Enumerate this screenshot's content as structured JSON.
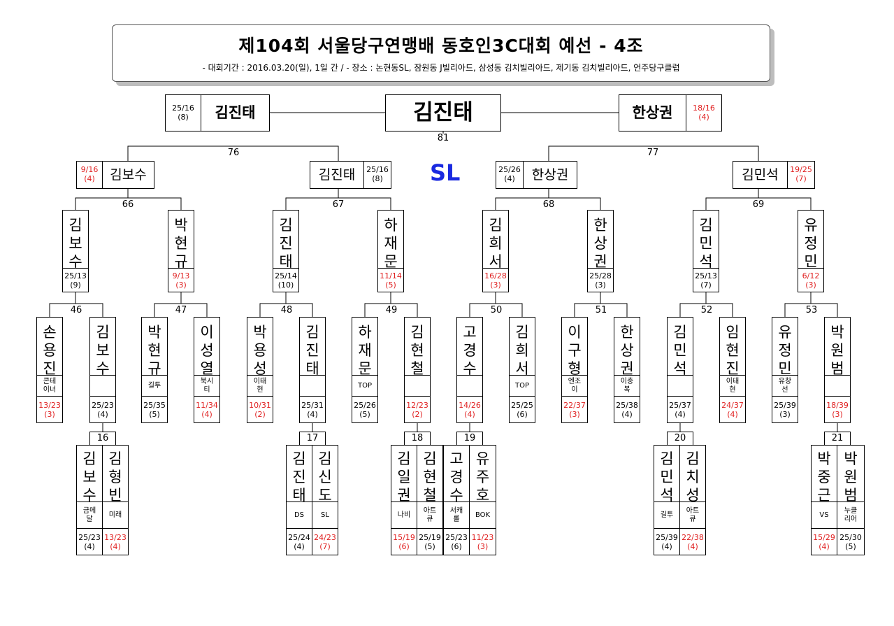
{
  "header": {
    "title": "제104회 서울당구연맹배 동호인3C대회 예선 - 4조",
    "subtitle": "- 대회기간 : 2016.03.20(일), 1일 간 / - 장소 : 논현동SL, 잠원동 J빌리아드, 삼성동 김치빌리아드, 제기동 김치빌리아드, 언주당구클럽"
  },
  "final": {
    "winner": "김진태",
    "match_no": "81",
    "left": {
      "name": "김진태",
      "score": "25/16\n(8)"
    },
    "right": {
      "name": "한상권",
      "score": "18/16\n(4)"
    }
  },
  "venue_label": "SL",
  "semis": [
    {
      "match_no": "76",
      "a": {
        "name": "김보수",
        "score": "9/16\n(4)"
      },
      "b": {
        "name": "김진태",
        "score": "25/16\n(8)"
      }
    },
    {
      "match_no": "77",
      "a": {
        "name": "한상권",
        "score": "25/26\n(4)"
      },
      "b": {
        "name": "김민석",
        "score": "19/25\n(7)"
      }
    }
  ],
  "round3": [
    {
      "match_no": "66",
      "a": {
        "name": "김\n보\n수",
        "score": "25/13\n(9)"
      },
      "b": {
        "name": "박\n현\n규",
        "score": "9/13\n(3)"
      }
    },
    {
      "match_no": "67",
      "a": {
        "name": "김\n진\n태",
        "score": "25/14\n(10)"
      },
      "b": {
        "name": "하\n재\n문",
        "score": "11/14\n(5)"
      }
    },
    {
      "match_no": "68",
      "a": {
        "name": "김\n희\n서",
        "score": "16/28\n(3)"
      },
      "b": {
        "name": "한\n상\n권",
        "score": "25/28\n(3)"
      }
    },
    {
      "match_no": "69",
      "a": {
        "name": "김\n민\n석",
        "score": "25/13\n(7)"
      },
      "b": {
        "name": "유\n정\n민",
        "score": "6/12\n(3)"
      }
    }
  ],
  "round2": [
    {
      "match_no": "46",
      "a": {
        "name": "손\n용\n진",
        "club": "콘테\n이너",
        "score": "13/23\n(3)"
      },
      "b": {
        "name": "김\n보\n수",
        "club": "",
        "score": "25/23\n(4)"
      }
    },
    {
      "match_no": "47",
      "a": {
        "name": "박\n현\n규",
        "club": "길투",
        "score": "25/35\n(5)"
      },
      "b": {
        "name": "이\n성\n열",
        "club": "북시\n티",
        "score": "11/34\n(4)"
      }
    },
    {
      "match_no": "48",
      "a": {
        "name": "박\n용\n성",
        "club": "이태\n현",
        "score": "10/31\n(2)"
      },
      "b": {
        "name": "김\n진\n태",
        "club": "",
        "score": "25/31\n(4)"
      }
    },
    {
      "match_no": "49",
      "a": {
        "name": "하\n재\n문",
        "club": "TOP",
        "score": "25/26\n(5)"
      },
      "b": {
        "name": "김\n현\n철",
        "club": "",
        "score": "12/23\n(2)"
      }
    },
    {
      "match_no": "50",
      "a": {
        "name": "고\n경\n수",
        "club": "",
        "score": "14/26\n(4)"
      },
      "b": {
        "name": "김\n희\n서",
        "club": "TOP",
        "score": "25/25\n(6)"
      }
    },
    {
      "match_no": "51",
      "a": {
        "name": "이\n구\n형",
        "club": "엔조\n이",
        "score": "22/37\n(3)"
      },
      "b": {
        "name": "한\n상\n권",
        "club": "이충\n복",
        "score": "25/38\n(4)"
      }
    },
    {
      "match_no": "52",
      "a": {
        "name": "김\n민\n석",
        "club": "",
        "score": "25/37\n(4)"
      },
      "b": {
        "name": "임\n현\n진",
        "club": "이태\n현",
        "score": "24/37\n(4)"
      }
    },
    {
      "match_no": "53",
      "a": {
        "name": "유\n정\n민",
        "club": "유창\n선",
        "score": "25/39\n(3)"
      },
      "b": {
        "name": "박\n원\n범",
        "club": "",
        "score": "18/39\n(3)"
      }
    }
  ],
  "round1": [
    {
      "match_no": "16",
      "a": {
        "name": "김\n보\n수",
        "club": "금메\n달",
        "score": "25/23\n(4)"
      },
      "b": {
        "name": "김\n형\n빈",
        "club": "미래",
        "score": "13/23\n(4)"
      }
    },
    {
      "match_no": "17",
      "a": {
        "name": "김\n진\n태",
        "club": "DS",
        "score": "25/24\n(4)"
      },
      "b": {
        "name": "김\n신\n도",
        "club": "SL",
        "score": "24/23\n(7)"
      }
    },
    {
      "match_no": "18",
      "a": {
        "name": "김\n일\n권",
        "club": "나비",
        "score": "15/19\n(6)"
      },
      "b": {
        "name": "김\n현\n철",
        "club": "아트\n큐",
        "score": "25/19\n(5)"
      }
    },
    {
      "match_no": "19",
      "a": {
        "name": "고\n경\n수",
        "club": "서캐\n롤",
        "score": "25/23\n(6)"
      },
      "b": {
        "name": "유\n주\n호",
        "club": "BOK",
        "score": "11/23\n(3)"
      }
    },
    {
      "match_no": "20",
      "a": {
        "name": "김\n민\n석",
        "club": "길투",
        "score": "25/39\n(4)"
      },
      "b": {
        "name": "김\n치\n성",
        "club": "아트\n큐",
        "score": "22/38\n(4)"
      }
    },
    {
      "match_no": "21",
      "a": {
        "name": "박\n중\n근",
        "club": "VS",
        "score": "15/29\n(4)"
      },
      "b": {
        "name": "박\n원\n범",
        "club": "누클\n리어",
        "score": "25/30\n(5)"
      }
    }
  ],
  "colors": {
    "loser_score": "#e02020",
    "venue": "#1a2ae0"
  }
}
